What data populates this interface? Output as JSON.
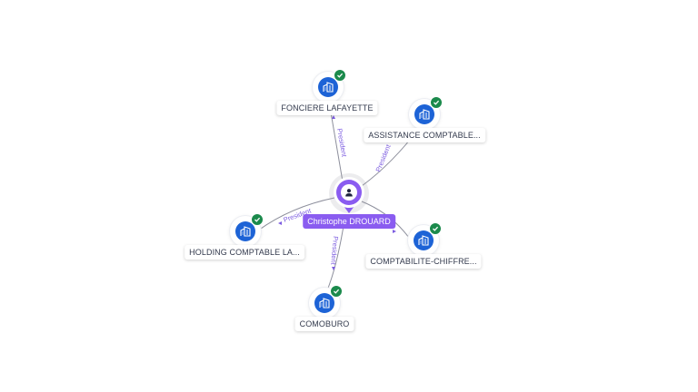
{
  "colors": {
    "center": "#8a5cf0",
    "company": "#1d63d6",
    "verified": "#1b8a4c",
    "edge_label": "#7c5ce0",
    "edge_line": "#8d8f9c"
  },
  "center_node": {
    "name": "Christophe DROUARD",
    "icon": "person-icon"
  },
  "companies": [
    {
      "name": "FONCIERE LAFAYETTE",
      "icon": "building-icon",
      "verified": true,
      "relation": "President"
    },
    {
      "name": "ASSISTANCE COMPTABLE...",
      "icon": "building-icon",
      "verified": true,
      "relation": "President"
    },
    {
      "name": "HOLDING COMPTABLE LA...",
      "icon": "building-icon",
      "verified": true,
      "relation": "President"
    },
    {
      "name": "COMPTABILITE-CHIFFRE...",
      "icon": "building-icon",
      "verified": true,
      "relation": ""
    },
    {
      "name": "COMOBURO",
      "icon": "building-icon",
      "verified": true,
      "relation": "President"
    }
  ]
}
